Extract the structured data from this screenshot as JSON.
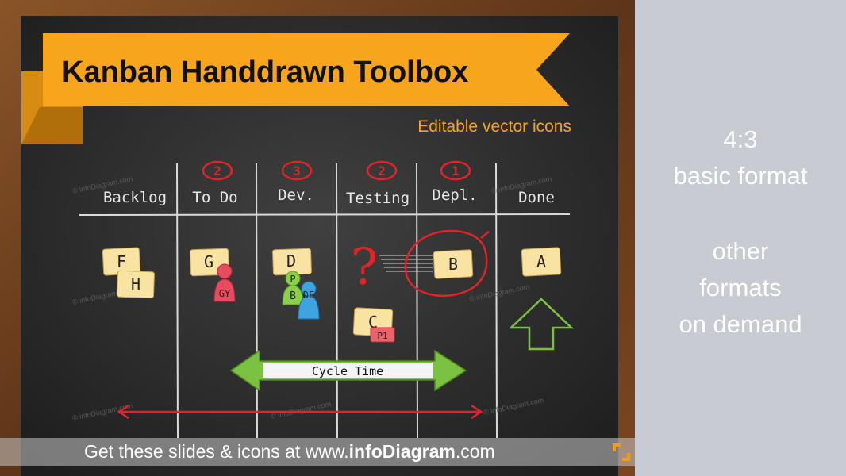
{
  "title": "Kanban Handdrawn Toolbox",
  "subtitle": "Editable vector icons",
  "columns": [
    {
      "label": "Backlog",
      "wip": ""
    },
    {
      "label": "To Do",
      "wip": "2"
    },
    {
      "label": "Dev.",
      "wip": "3"
    },
    {
      "label": "Testing",
      "wip": "2"
    },
    {
      "label": "Depl.",
      "wip": "1"
    },
    {
      "label": "Done",
      "wip": ""
    }
  ],
  "cards": {
    "F": "F",
    "H": "H",
    "G": "G",
    "D": "D",
    "B": "B",
    "A": "A",
    "C": "C"
  },
  "people": {
    "gy": "GY",
    "p": "P",
    "b": "B",
    "de": "DE"
  },
  "tag_p1": "P1",
  "question": "?",
  "cycle_time": "Cycle Time",
  "watermark": "© infoDiagram.com",
  "footer": {
    "prefix": "Get these slides & icons at www.",
    "brand": "infoDiagram",
    "suffix": ".com"
  },
  "side": {
    "line1": "4:3",
    "line2": "basic format",
    "line3": "other",
    "line4": "formats",
    "line5": "on demand"
  },
  "colors": {
    "accent": "#f7a51c",
    "accent_dark": "#c97d0e",
    "board": "#2b2b2b",
    "frame": "#6b3f1f",
    "sticky": "#f8e3a3",
    "red": "#e0242a",
    "green": "#7cc242",
    "side_panel": "#c8cbd2"
  }
}
